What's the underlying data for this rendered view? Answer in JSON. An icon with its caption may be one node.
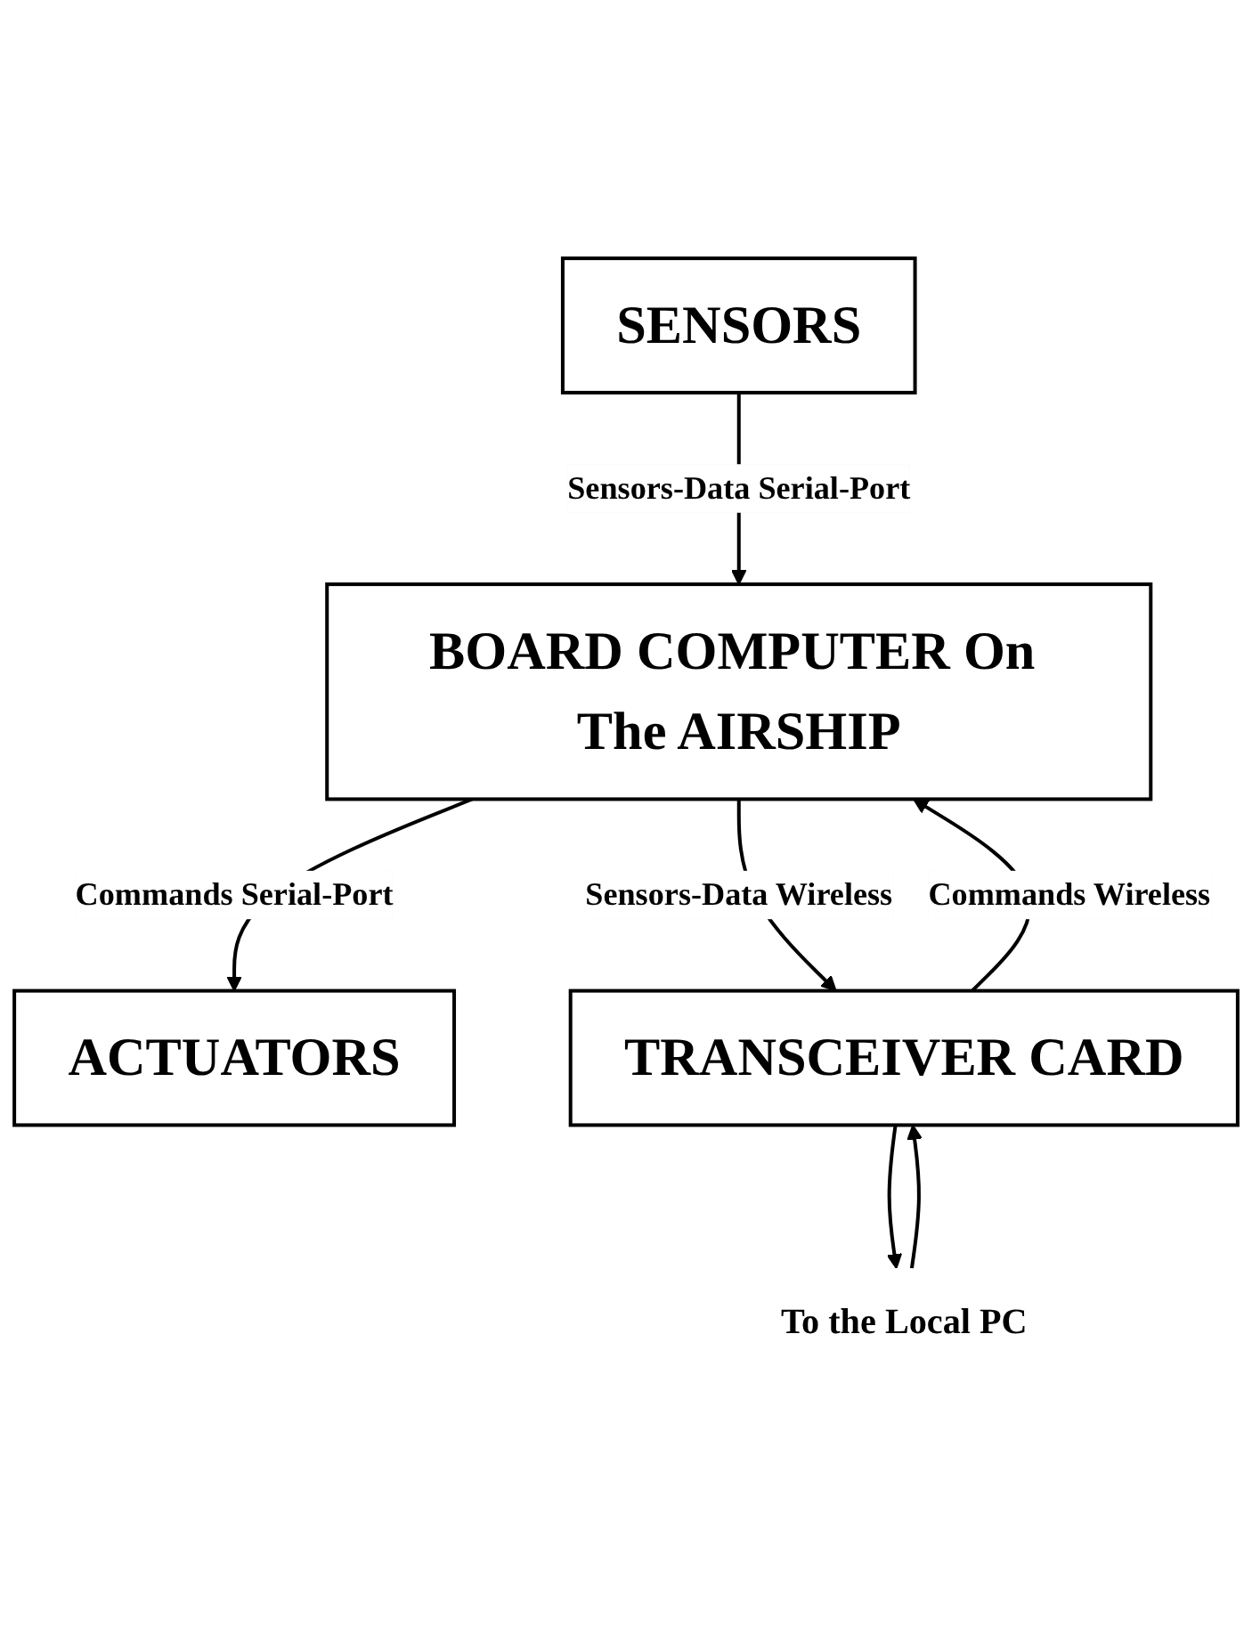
{
  "diagram": {
    "nodes": [
      {
        "text": [
          "ACTUATORS"
        ]
      },
      {
        "text": [
          "SENSORS"
        ]
      },
      {
        "text": [
          "BOARD COMPUTER On The AIRSHIP"
        ]
      },
      {
        "text": [
          "TRANSCEIVER CARD"
        ]
      },
      {
        "text": [
          "To the Local PC"
        ]
      }
    ],
    "edges": [
      {
        "from": 2,
        "to": 0,
        "arrow": "to",
        "label": "Commands Serial-Port"
      },
      {
        "from": 1,
        "to": 2,
        "arrow": "to",
        "label": "Sensors-Data Serial-Port"
      },
      {
        "from": 3,
        "to": 2,
        "arrow": "to",
        "label": "Commands Wireless"
      },
      {
        "from": 2,
        "to": 3,
        "arrow": "to",
        "label": "Sensors-Data Wireless"
      },
      {
        "from": 3,
        "to": 4,
        "arrow": "to"
      },
      {
        "from": 4,
        "to": 3,
        "arrow": "to"
      }
    ]
  }
}
